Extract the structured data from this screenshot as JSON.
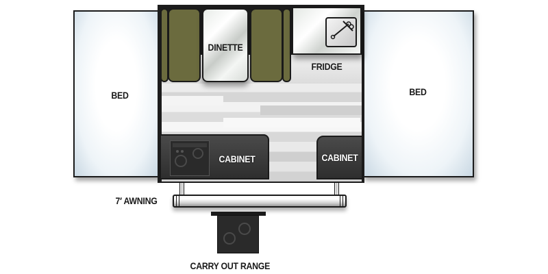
{
  "diagram": {
    "type": "floorplan",
    "subject": "pop-up camper floor plan",
    "labels": {
      "bed_left": "BED",
      "bed_right": "BED",
      "dinette": "DINETTE",
      "fridge": "FRIDGE",
      "cabinet_left": "CABINET",
      "cabinet_right": "CABINET",
      "awning": "7′ AWNING",
      "carry_out_range": "CARRY OUT RANGE"
    },
    "icons": {
      "sink": "sink-icon",
      "stove": "stove-icon",
      "range": "range-icon"
    },
    "colors": {
      "seat_olive": "#6b6b3e",
      "frame_dark": "#1c1c1c",
      "cabinet_dark": "#3a3a3a",
      "bed_tint": "#c9d8e3",
      "background": "#ffffff"
    }
  }
}
